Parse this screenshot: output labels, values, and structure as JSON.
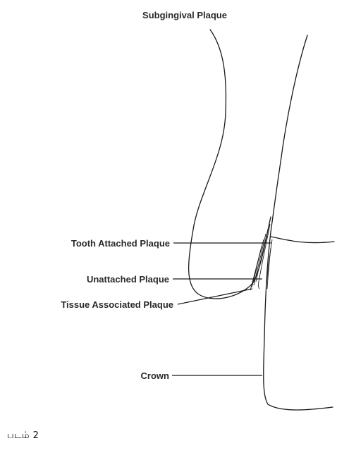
{
  "diagram": {
    "title": "Subgingival Plaque",
    "labels": {
      "tooth_attached": "Tooth Attached Plaque",
      "unattached": "Unattached Plaque",
      "tissue_associated": "Tissue Associated Plaque",
      "crown": "Crown"
    }
  },
  "caption": {
    "text": "படம் 2"
  }
}
